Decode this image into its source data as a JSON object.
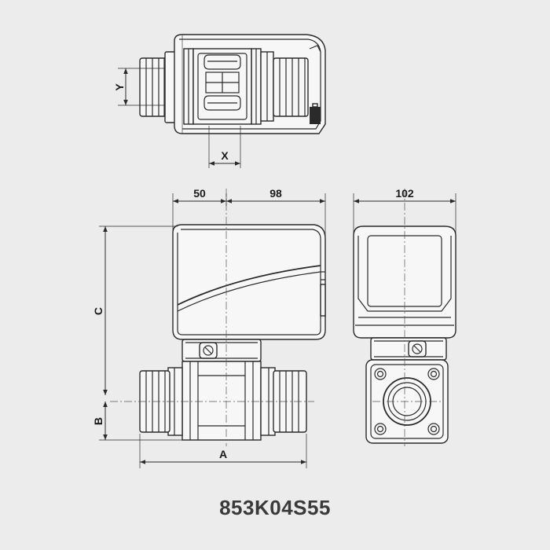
{
  "dimensions": {
    "x": "X",
    "y": "Y",
    "width_left": "50",
    "width_right": "98",
    "depth": "102",
    "height": "C",
    "offset": "B",
    "length": "A"
  },
  "product_code": "853K04S55"
}
